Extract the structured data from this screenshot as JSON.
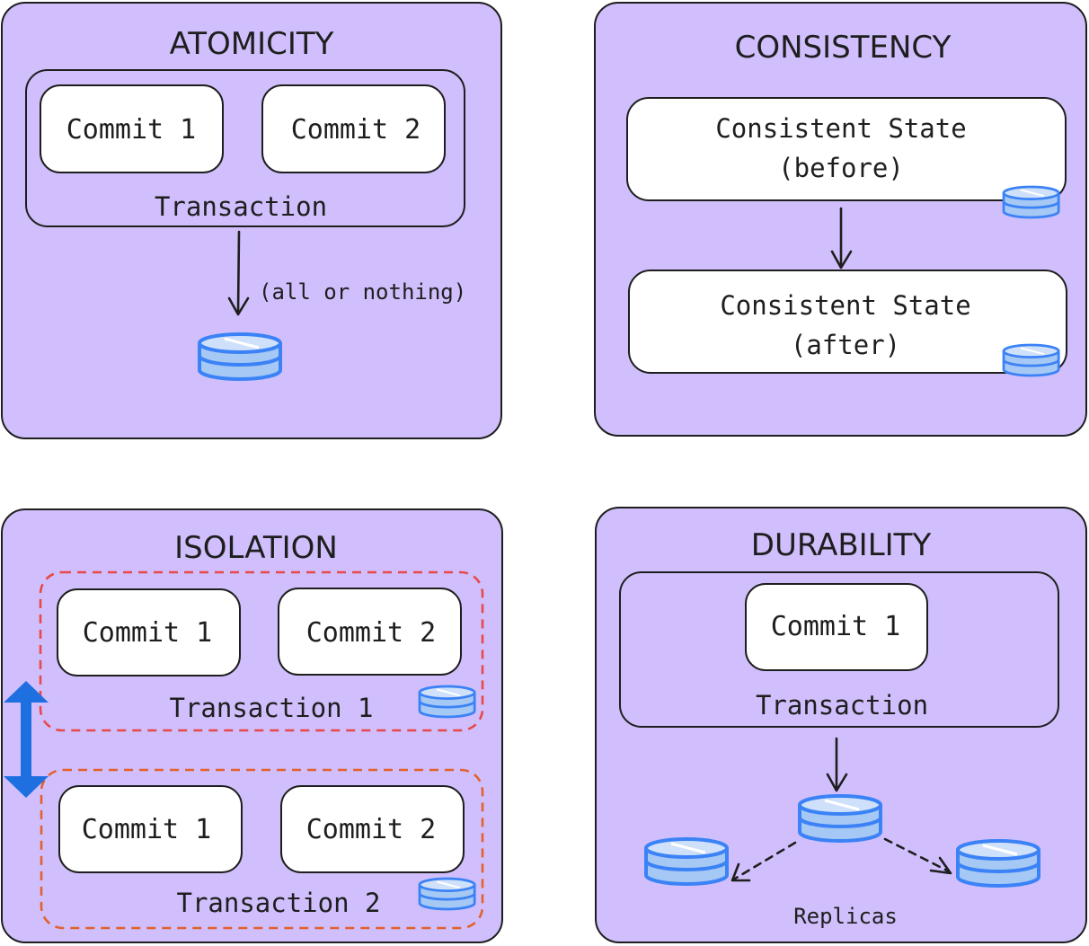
{
  "colors": {
    "panel_fill": "#d0bffc",
    "outline": "#1e1e1e",
    "box_fill": "#ffffff",
    "db_fill": "#a5c8f4",
    "db_stroke": "#3b82f6",
    "isolation_box_1": "#e8484a",
    "isolation_box_2": "#e2612c",
    "isolation_arrow": "#1e6fe0"
  },
  "atomicity": {
    "title": "ATOMICITY",
    "commit_1": "Commit 1",
    "commit_2": "Commit 2",
    "transaction": "Transaction",
    "note": "(all or nothing)",
    "db_icon": "database-icon"
  },
  "consistency": {
    "title": "CONSISTENCY",
    "state_before_line1": "Consistent State",
    "state_before_line2": "(before)",
    "state_after_line1": "Consistent State",
    "state_after_line2": "(after)",
    "db_icon": "database-icon"
  },
  "isolation": {
    "title": "ISOLATION",
    "t1_commit_1": "Commit 1",
    "t1_commit_2": "Commit 2",
    "transaction_1": "Transaction 1",
    "t2_commit_1": "Commit 1",
    "t2_commit_2": "Commit 2",
    "transaction_2": "Transaction 2",
    "arrow_icon": "double-arrow-icon",
    "db_icon": "database-icon"
  },
  "durability": {
    "title": "DURABILITY",
    "commit_1": "Commit 1",
    "transaction": "Transaction",
    "replicas": "Replicas",
    "db_icon": "database-icon"
  }
}
